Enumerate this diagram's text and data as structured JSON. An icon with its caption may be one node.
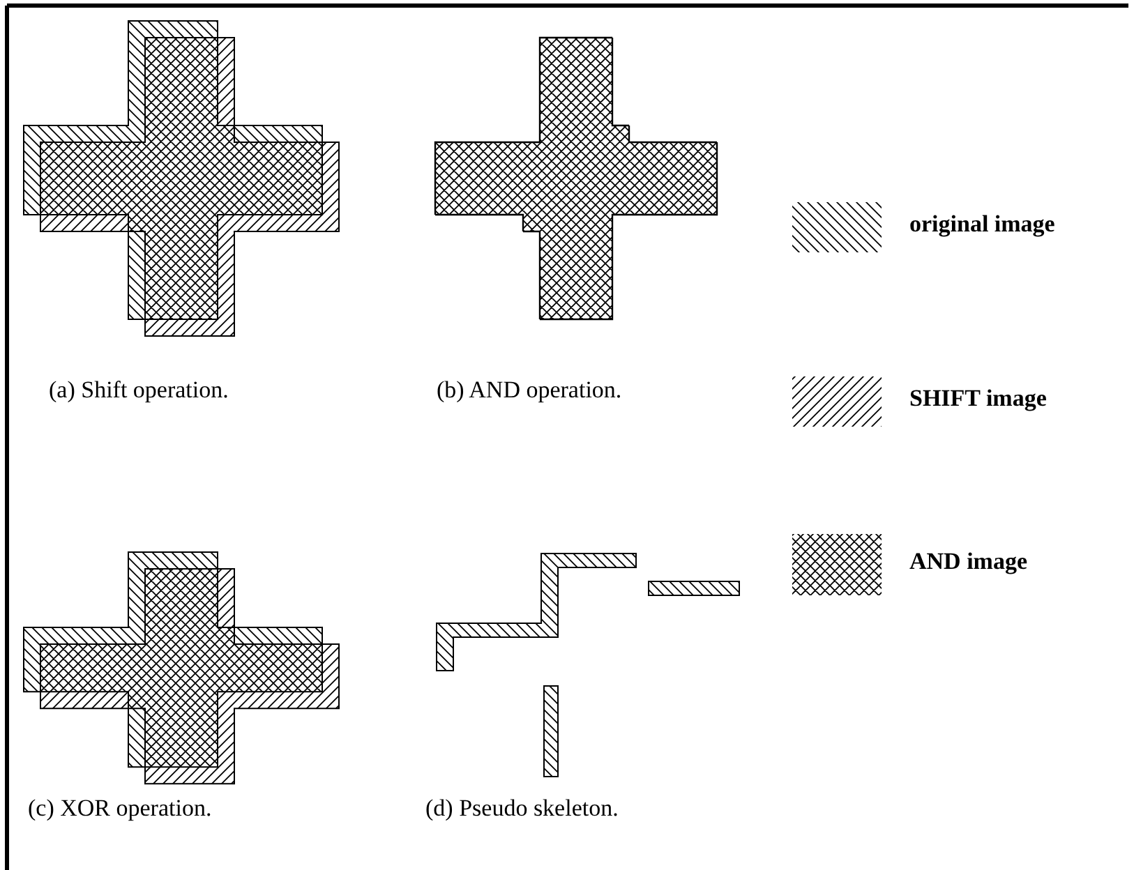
{
  "diagram": {
    "labels": [
      "(a) Shift operation.",
      "(b) AND operation.",
      "(c) XOR operation.",
      "(d) Pseudo skeleton."
    ],
    "legend": [
      {
        "text": "original image"
      },
      {
        "text": "SHIFT image"
      },
      {
        "text": "AND image"
      }
    ]
  }
}
